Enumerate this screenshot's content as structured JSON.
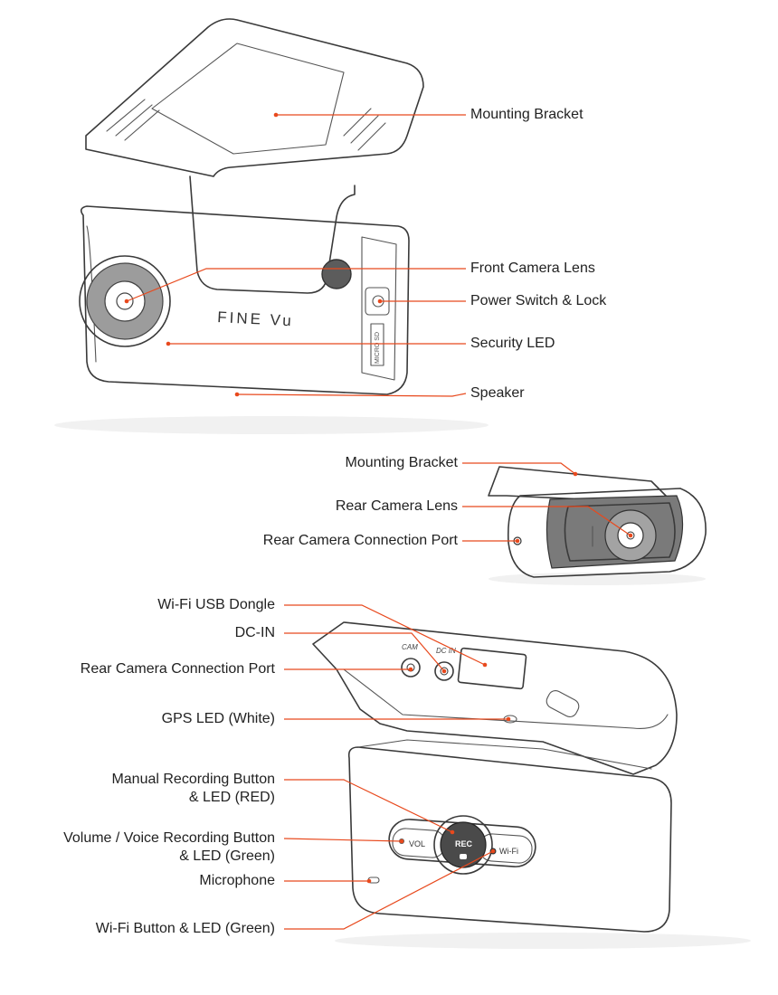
{
  "brand_logo": "FINE Vu",
  "accent_color": "#e8491d",
  "front_unit": {
    "labels": {
      "mounting_bracket": "Mounting Bracket",
      "front_camera_lens": "Front Camera Lens",
      "power_switch_lock": "Power Switch & Lock",
      "security_led": "Security LED",
      "speaker": "Speaker"
    },
    "side_label": "MICRO SD"
  },
  "rear_camera": {
    "labels": {
      "mounting_bracket": "Mounting Bracket",
      "rear_camera_lens": "Rear Camera Lens",
      "rear_camera_connection_port": "Rear Camera Connection Port"
    }
  },
  "rear_unit": {
    "labels": {
      "wifi_usb_dongle": "Wi-Fi USB Dongle",
      "dc_in": "DC-IN",
      "rear_camera_connection_port": "Rear Camera Connection Port",
      "gps_led": "GPS LED (White)",
      "manual_recording_line1": "Manual Recording Button",
      "manual_recording_line2": "& LED (RED)",
      "volume_voice_line1": "Volume / Voice Recording Button",
      "volume_voice_line2": "& LED (Green)",
      "microphone": "Microphone",
      "wifi_button_led": "Wi-Fi Button & LED (Green)"
    },
    "port_labels": {
      "cam": "CAM",
      "dc_in": "DC IN"
    },
    "button_labels": {
      "rec": "REC",
      "vol": "VOL",
      "wifi": "Wi-Fi"
    }
  }
}
